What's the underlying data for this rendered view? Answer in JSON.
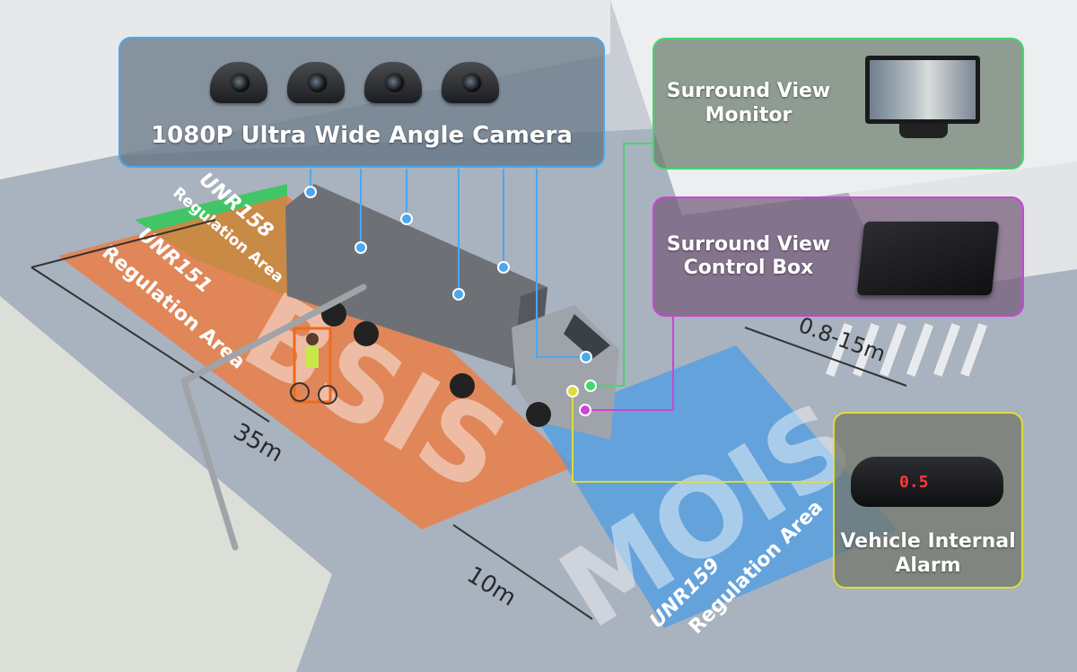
{
  "camera_callout": {
    "title": "1080P Ultra Wide Angle Camera"
  },
  "monitor_callout": {
    "title": "Surround View Monitor"
  },
  "control_callout": {
    "title": "Surround View Control Box"
  },
  "alarm_callout": {
    "title": "Vehicle Internal Alarm",
    "display": "0.5"
  },
  "areas": {
    "unr158": "UNR158",
    "unr158_sub": "Regulation Area",
    "unr151": "UNR151",
    "unr151_sub": "Regulation Area",
    "unr159": "UNR159",
    "unr159_sub": "Regulation Area",
    "bsis": "BSIS",
    "mois": "MOIS"
  },
  "dimensions": {
    "d35": "35m",
    "d10": "10m",
    "d08": "0.8-15m"
  },
  "colors": {
    "camera": "#4aa8ee",
    "monitor": "#44d86c",
    "control": "#cc44d6",
    "alarm": "#dcdc3a",
    "unr151": "#f07a3c",
    "unr158": "#30c857",
    "unr159": "#4a9be6"
  }
}
